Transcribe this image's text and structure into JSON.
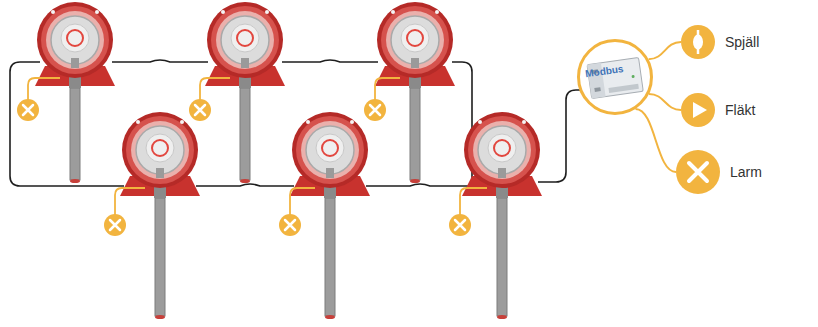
{
  "diagram": {
    "nodes": [
      {
        "text": [
          "Modbus"
        ]
      },
      {
        "text": [
          "Spjäll"
        ]
      },
      {
        "text": [
          "Fläkt"
        ]
      },
      {
        "text": [
          "Larm"
        ]
      }
    ],
    "edges": [
      {
        "from": 0,
        "to": 1,
        "arrow": "none"
      },
      {
        "from": 0,
        "to": 2,
        "arrow": "none"
      },
      {
        "from": 0,
        "to": 3,
        "arrow": "none"
      }
    ]
  }
}
